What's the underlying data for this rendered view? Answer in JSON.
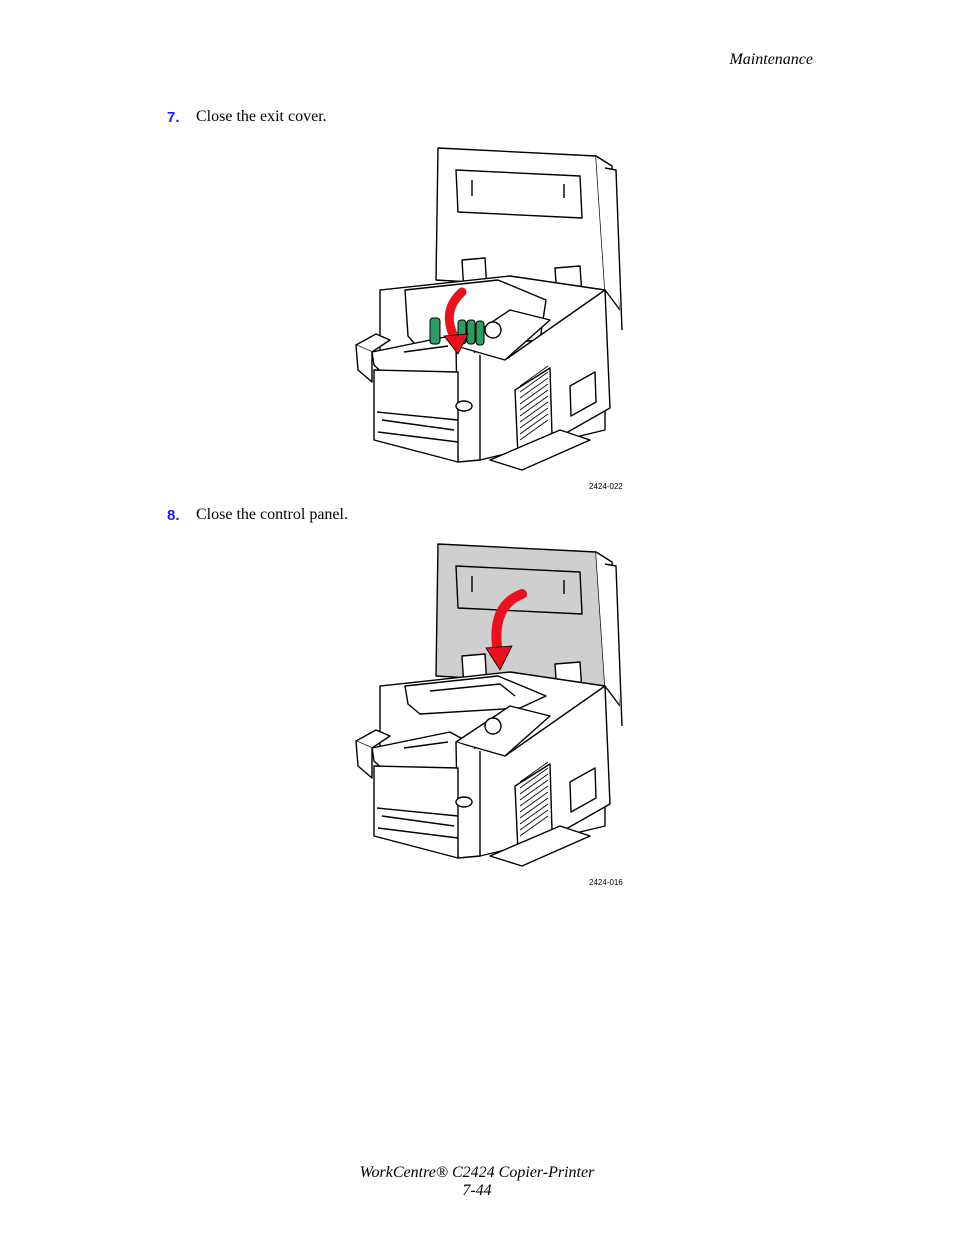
{
  "header": {
    "section": "Maintenance"
  },
  "steps": [
    {
      "number": "7.",
      "text": "Close the exit cover.",
      "figure_id": "2424-022"
    },
    {
      "number": "8.",
      "text": "Close the control panel.",
      "figure_id": "2424-016"
    }
  ],
  "footer": {
    "product": "WorkCentre® C2424 Copier-Printer",
    "page": "7-44"
  },
  "colors": {
    "arrow": "#e8121e",
    "rollers": "#2f9a63",
    "panel_shade": "#cfcfcf"
  }
}
